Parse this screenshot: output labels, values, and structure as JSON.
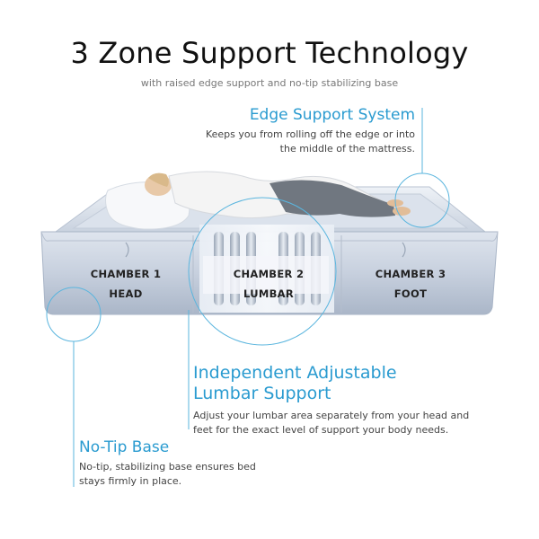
{
  "header": {
    "title": "3 Zone Support Technology",
    "subtitle": "with raised edge support and no-tip stabilizing base"
  },
  "features": {
    "edge_support": {
      "title": "Edge Support System",
      "description": "Keeps you from rolling off the edge or into the middle of the mattress."
    },
    "lumbar": {
      "title_line1": "Independent Adjustable",
      "title_line2": "Lumbar Support",
      "description": "Adjust your lumbar area separately from your head and feet for the exact level of support your body needs."
    },
    "no_tip": {
      "title": "No-Tip Base",
      "description": "No-tip, stabilizing base ensures bed stays firmly in place."
    }
  },
  "chambers": [
    {
      "name": "CHAMBER 1",
      "zone": "HEAD"
    },
    {
      "name": "CHAMBER 2",
      "zone": "LUMBAR"
    },
    {
      "name": "CHAMBER 3",
      "zone": "FOOT"
    }
  ],
  "colors": {
    "accent": "#2a9bd0",
    "mattress_side": "#cfd7e3",
    "mattress_top": "#e6ebf2",
    "callout_line": "#5ab5de"
  }
}
